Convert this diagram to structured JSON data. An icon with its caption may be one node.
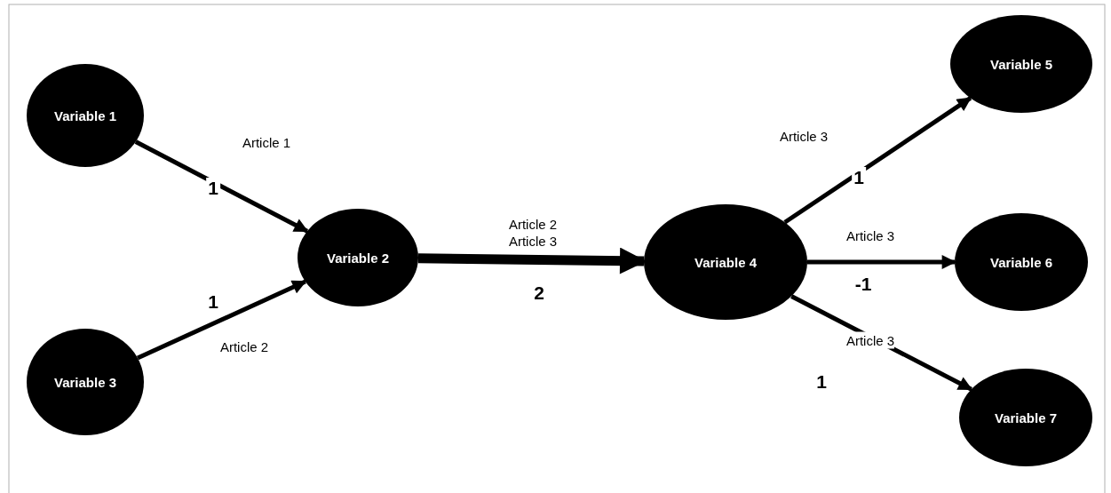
{
  "diagram": {
    "nodes": [
      {
        "text": [
          "Variable 1"
        ]
      },
      {
        "text": [
          "Variable 2"
        ]
      },
      {
        "text": [
          "Variable 3"
        ]
      },
      {
        "text": [
          "Variable 4"
        ]
      },
      {
        "text": [
          "Variable 5"
        ]
      },
      {
        "text": [
          "Variable 6"
        ]
      },
      {
        "text": [
          "Variable 7"
        ]
      }
    ],
    "edges": [
      {
        "from": 0,
        "to": 1,
        "arrow": "to",
        "label": "Article 1"
      },
      {
        "from": 2,
        "to": 1,
        "arrow": "to",
        "label": "Article 2"
      },
      {
        "from": 1,
        "to": 3,
        "arrow": "to",
        "label": "Article 2 Article 3",
        "style": "thick"
      },
      {
        "from": 3,
        "to": 4,
        "arrow": "to",
        "label": "Article 3"
      },
      {
        "from": 3,
        "to": 5,
        "arrow": "to",
        "label": "Article 3"
      },
      {
        "from": 3,
        "to": 6,
        "arrow": "to",
        "label": "Article 3"
      }
    ],
    "labels": [
      "1",
      "1",
      "2",
      "1",
      "-1",
      "1"
    ]
  }
}
